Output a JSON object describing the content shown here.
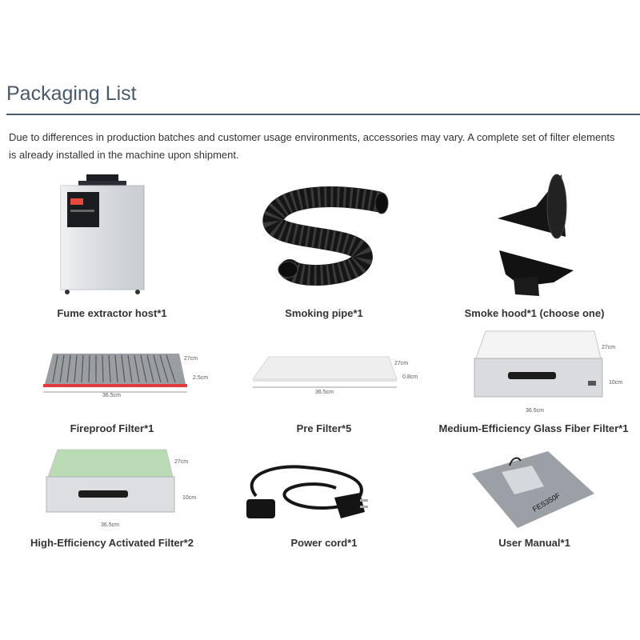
{
  "page": {
    "title": "Packaging List",
    "intro": "Due to differences in production batches and customer usage environments, accessories may vary. A complete set of filter elements is already installed in the machine upon shipment."
  },
  "items": [
    {
      "caption": "Fume extractor host*1"
    },
    {
      "caption": "Smoking pipe*1"
    },
    {
      "caption": "Smoke hood*1 (choose one)"
    },
    {
      "caption": "Fireproof Filter*1",
      "dims": [
        "27cm",
        "2.5cm",
        "36.5cm"
      ]
    },
    {
      "caption": "Pre Filter*5",
      "dims": [
        "27cm",
        "0.8cm",
        "36.5cm"
      ]
    },
    {
      "caption": "Medium-Efficiency Glass Fiber Filter*1",
      "dims": [
        "27cm",
        "10cm",
        "36.5cm"
      ]
    },
    {
      "caption": "High-Efficiency Activated Filter*2",
      "dims": [
        "27cm",
        "10cm",
        "36.5cm"
      ]
    },
    {
      "caption": "Power cord*1"
    },
    {
      "caption": "User Manual*1",
      "manual_label": "FES350F"
    }
  ]
}
